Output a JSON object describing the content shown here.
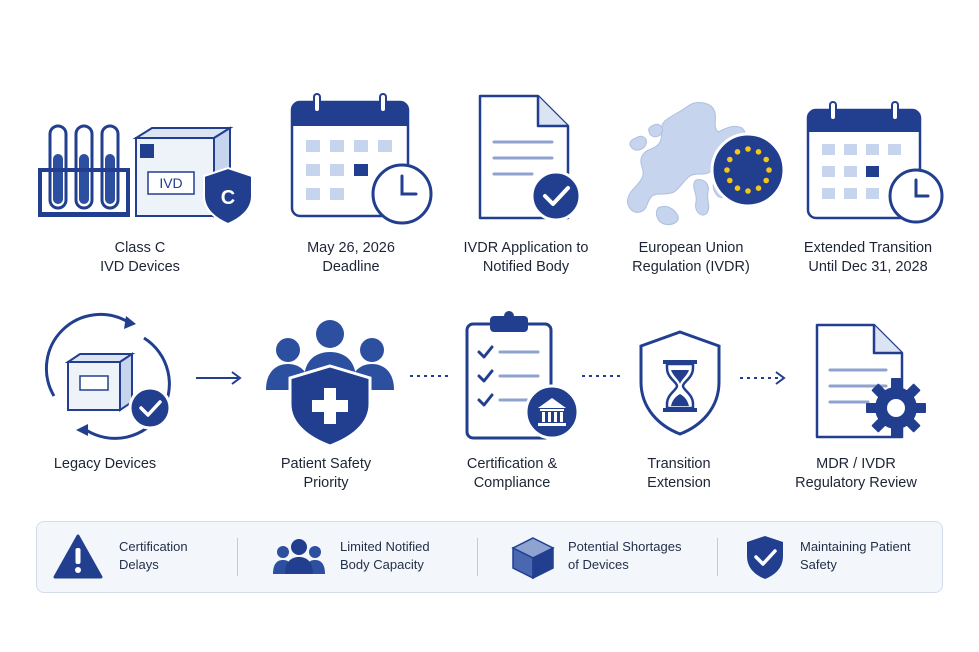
{
  "colors": {
    "navy": "#223f8f",
    "blue": "#2d4fa0",
    "light": "#c6d4ee",
    "pale": "#e4ebf7",
    "gold": "#f5c518"
  },
  "top_row": [
    {
      "line1": "Class C",
      "line2": "IVD Devices",
      "icon": "test-tubes-box-shield-icon",
      "box_label": "IVD",
      "shield_letter": "C"
    },
    {
      "line1": "May 26, 2026",
      "line2": "Deadline",
      "icon": "calendar-clock-icon"
    },
    {
      "line1": "IVDR Application to",
      "line2": "Notified Body",
      "icon": "document-check-icon"
    },
    {
      "line1": "European Union",
      "line2": "Regulation (IVDR)",
      "icon": "eu-map-flag-icon"
    },
    {
      "line1": "Extended Transition",
      "line2": "Until Dec 31, 2028",
      "icon": "calendar-clock-icon"
    }
  ],
  "bottom_row": [
    {
      "line1": "Legacy Devices",
      "line2": "",
      "icon": "cycle-box-check-icon"
    },
    {
      "line1": "Patient Safety",
      "line2": "Priority",
      "icon": "people-shield-cross-icon"
    },
    {
      "line1": "Certification &",
      "line2": "Compliance",
      "icon": "clipboard-building-icon"
    },
    {
      "line1": "Transition",
      "line2": "Extension",
      "icon": "shield-hourglass-icon"
    },
    {
      "line1": "MDR / IVDR",
      "line2": "Regulatory Review",
      "icon": "document-gear-icon"
    }
  ],
  "challenges": [
    {
      "line1": "Certification",
      "line2": "Delays",
      "icon": "warning-icon"
    },
    {
      "line1": "Limited Notified",
      "line2": "Body Capacity",
      "icon": "people-icon"
    },
    {
      "line1": "Potential Shortages",
      "line2": "of Devices",
      "icon": "cube-icon"
    },
    {
      "line1": "Maintaining Patient",
      "line2": "Safety",
      "icon": "shield-check-icon"
    }
  ]
}
